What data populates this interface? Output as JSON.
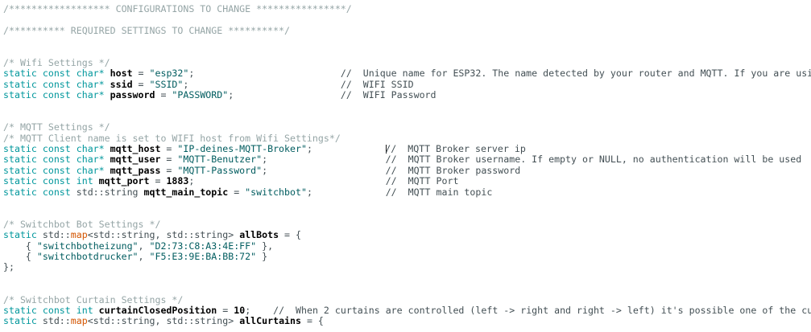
{
  "editor": {
    "background": "#ffffff",
    "colors": {
      "keyword": "#00979c",
      "string": "#005c5f",
      "comment_block": "#95a5a6",
      "comment_line": "#434f54",
      "function": "#d35400",
      "plain": "#434f54",
      "identifier": "#000000",
      "number": "#000000"
    },
    "code": {
      "language": "cpp",
      "lines": [
        [
          {
            "t": "c1",
            "v": "/****************** CONFIGURATIONS TO CHANGE ****************/"
          }
        ],
        [],
        [
          {
            "t": "c1",
            "v": "/********** REQUIRED SETTINGS TO CHANGE **********/"
          }
        ],
        [],
        [],
        [
          {
            "t": "c1",
            "v": "/* Wifi Settings */"
          }
        ],
        [
          {
            "t": "kw",
            "v": "static const char*"
          },
          {
            "t": "pl",
            "v": " "
          },
          {
            "t": "id",
            "v": "host"
          },
          {
            "t": "pl",
            "v": " = "
          },
          {
            "t": "str",
            "v": "\"esp32\""
          },
          {
            "t": "pl",
            "v": ";                          "
          },
          {
            "t": "c2",
            "v": "//  Unique name for ESP32. The name detected by your router and MQTT. If you are usi"
          }
        ],
        [
          {
            "t": "kw",
            "v": "static const char*"
          },
          {
            "t": "pl",
            "v": " "
          },
          {
            "t": "id",
            "v": "ssid"
          },
          {
            "t": "pl",
            "v": " = "
          },
          {
            "t": "str",
            "v": "\"SSID\""
          },
          {
            "t": "pl",
            "v": ";                           "
          },
          {
            "t": "c2",
            "v": "//  WIFI SSID"
          }
        ],
        [
          {
            "t": "kw",
            "v": "static const char*"
          },
          {
            "t": "pl",
            "v": " "
          },
          {
            "t": "id",
            "v": "password"
          },
          {
            "t": "pl",
            "v": " = "
          },
          {
            "t": "str",
            "v": "\"PASSWORD\""
          },
          {
            "t": "pl",
            "v": ";                   "
          },
          {
            "t": "c2",
            "v": "//  WIFI Password"
          }
        ],
        [],
        [],
        [
          {
            "t": "c1",
            "v": "/* MQTT Settings */"
          }
        ],
        [
          {
            "t": "c1",
            "v": "/* MQTT Client name is set to WIFI host from Wifi Settings*/"
          }
        ],
        [
          {
            "t": "kw",
            "v": "static const char*"
          },
          {
            "t": "pl",
            "v": " "
          },
          {
            "t": "id",
            "v": "mqtt_host"
          },
          {
            "t": "pl",
            "v": " = "
          },
          {
            "t": "str",
            "v": "\"IP-deines-MQTT-Broker\""
          },
          {
            "t": "pl",
            "v": ";             "
          },
          {
            "t": "cursor",
            "v": ""
          },
          {
            "t": "c2",
            "v": "//  MQTT Broker server ip"
          }
        ],
        [
          {
            "t": "kw",
            "v": "static const char*"
          },
          {
            "t": "pl",
            "v": " "
          },
          {
            "t": "id",
            "v": "mqtt_user"
          },
          {
            "t": "pl",
            "v": " = "
          },
          {
            "t": "str",
            "v": "\"MQTT-Benutzer\""
          },
          {
            "t": "pl",
            "v": ";                     "
          },
          {
            "t": "c2",
            "v": "//  MQTT Broker username. If empty or NULL, no authentication will be used"
          }
        ],
        [
          {
            "t": "kw",
            "v": "static const char*"
          },
          {
            "t": "pl",
            "v": " "
          },
          {
            "t": "id",
            "v": "mqtt_pass"
          },
          {
            "t": "pl",
            "v": " = "
          },
          {
            "t": "str",
            "v": "\"MQTT-Password\""
          },
          {
            "t": "pl",
            "v": ";                     "
          },
          {
            "t": "c2",
            "v": "//  MQTT Broker password"
          }
        ],
        [
          {
            "t": "kw",
            "v": "static const int"
          },
          {
            "t": "pl",
            "v": " "
          },
          {
            "t": "id",
            "v": "mqtt_port"
          },
          {
            "t": "pl",
            "v": " = "
          },
          {
            "t": "num",
            "v": "1883"
          },
          {
            "t": "pl",
            "v": ";                                  "
          },
          {
            "t": "c2",
            "v": "//  MQTT Port"
          }
        ],
        [
          {
            "t": "kw",
            "v": "static const"
          },
          {
            "t": "pl",
            "v": " std::string "
          },
          {
            "t": "id",
            "v": "mqtt_main_topic"
          },
          {
            "t": "pl",
            "v": " = "
          },
          {
            "t": "str",
            "v": "\"switchbot\""
          },
          {
            "t": "pl",
            "v": ";             "
          },
          {
            "t": "c2",
            "v": "//  MQTT main topic"
          }
        ],
        [],
        [],
        [
          {
            "t": "c1",
            "v": "/* Switchbot Bot Settings */"
          }
        ],
        [
          {
            "t": "kw",
            "v": "static"
          },
          {
            "t": "pl",
            "v": " std::"
          },
          {
            "t": "fn",
            "v": "map"
          },
          {
            "t": "pl",
            "v": "<std::string, std::string> "
          },
          {
            "t": "id",
            "v": "allBots"
          },
          {
            "t": "pl",
            "v": " = {"
          }
        ],
        [
          {
            "t": "pl",
            "v": "    { "
          },
          {
            "t": "str",
            "v": "\"switchbotheizung\""
          },
          {
            "t": "pl",
            "v": ", "
          },
          {
            "t": "str",
            "v": "\"D2:73:C8:A3:4E:FF\""
          },
          {
            "t": "pl",
            "v": " },"
          }
        ],
        [
          {
            "t": "pl",
            "v": "    { "
          },
          {
            "t": "str",
            "v": "\"switchbotdrucker\""
          },
          {
            "t": "pl",
            "v": ", "
          },
          {
            "t": "str",
            "v": "\"F5:E3:9E:BA:BB:72\""
          },
          {
            "t": "pl",
            "v": " }"
          }
        ],
        [
          {
            "t": "pl",
            "v": "};"
          }
        ],
        [],
        [],
        [
          {
            "t": "c1",
            "v": "/* Switchbot Curtain Settings */"
          }
        ],
        [
          {
            "t": "kw",
            "v": "static const int"
          },
          {
            "t": "pl",
            "v": " "
          },
          {
            "t": "id",
            "v": "curtainClosedPosition"
          },
          {
            "t": "pl",
            "v": " = "
          },
          {
            "t": "num",
            "v": "10"
          },
          {
            "t": "pl",
            "v": ";    "
          },
          {
            "t": "c2",
            "v": "//  When 2 curtains are controlled (left -> right and right -> left) it's possible one of the cu"
          }
        ],
        [
          {
            "t": "kw",
            "v": "static"
          },
          {
            "t": "pl",
            "v": " std::"
          },
          {
            "t": "fn",
            "v": "map"
          },
          {
            "t": "pl",
            "v": "<std::string, std::string> "
          },
          {
            "t": "id",
            "v": "allCurtains"
          },
          {
            "t": "pl",
            "v": " = {"
          }
        ]
      ]
    }
  }
}
